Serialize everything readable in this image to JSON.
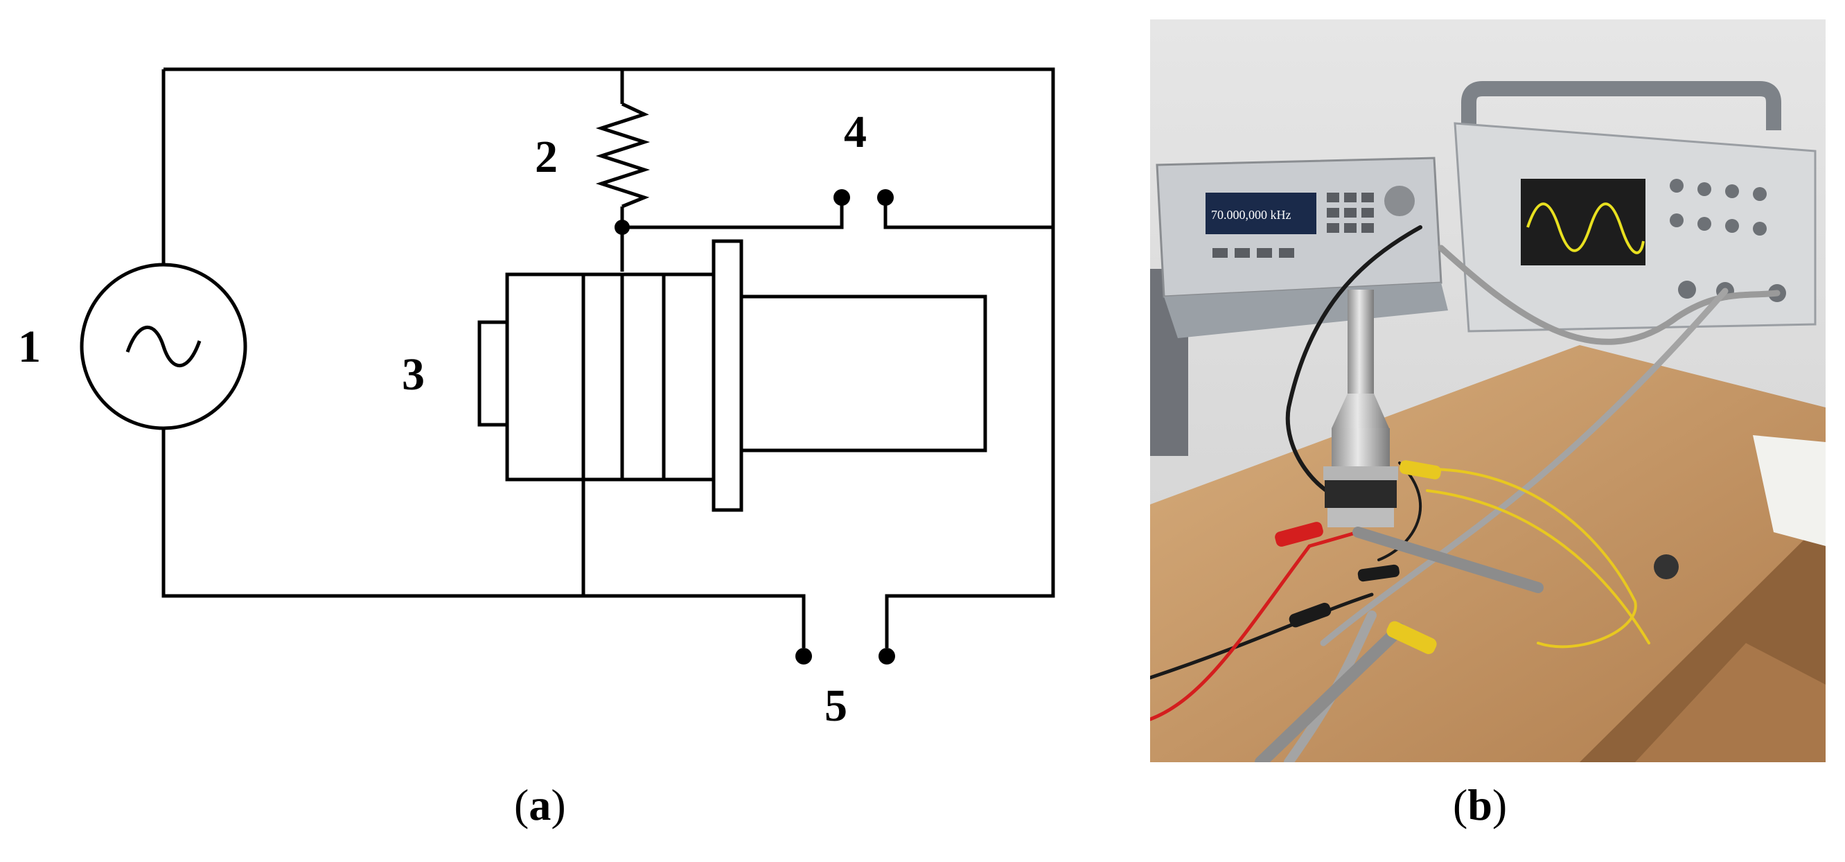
{
  "diagram": {
    "labels": {
      "source": "1",
      "resistor": "2",
      "transducer": "3",
      "switch_top": "4",
      "switch_bottom": "5"
    }
  },
  "captions": {
    "a_open": "(",
    "a_letter": "a",
    "a_close": ")",
    "b_open": "(",
    "b_letter": "b",
    "b_close": ")"
  },
  "photo": {
    "generator_display": "70.000,000 kHz"
  },
  "colors": {
    "line": "#000000",
    "wall": "#dcdcdc",
    "desk": "#c69a6b",
    "wave": "#e8e020",
    "probe_red": "#d41e1e",
    "probe_yellow": "#e8c820"
  }
}
